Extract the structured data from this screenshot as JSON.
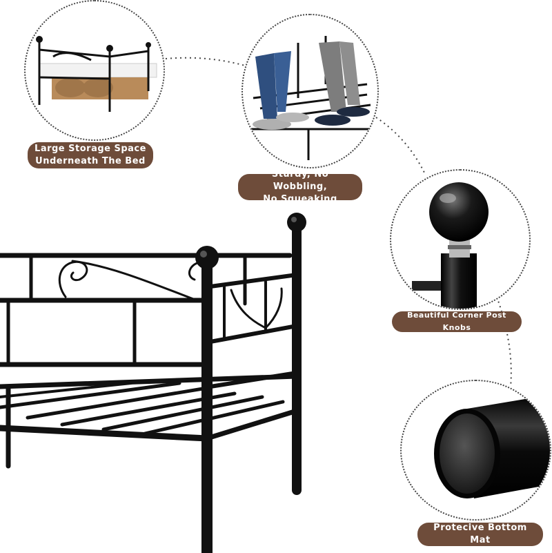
{
  "features": [
    {
      "key": "storage",
      "line1": "Large Storage Space",
      "line2": "Underneath The Bed"
    },
    {
      "key": "sturdy",
      "line1": "Sturdy, No Wobbling,",
      "line2": "No Squeaking"
    },
    {
      "key": "knobs",
      "line1": "Beautiful Corner Post Knobs",
      "line2": ""
    },
    {
      "key": "mat",
      "line1": "Protecive Bottom Mat",
      "line2": ""
    }
  ],
  "colors": {
    "label_bg": "#6e4c3a",
    "metal": "#111111",
    "border": "#444444"
  }
}
